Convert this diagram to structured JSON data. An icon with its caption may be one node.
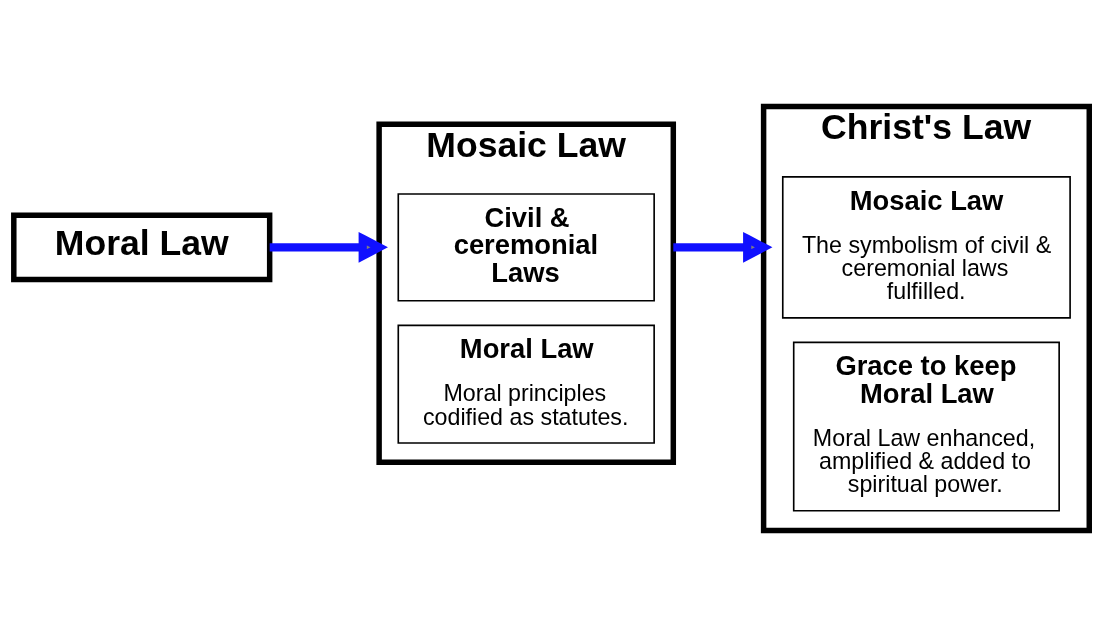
{
  "diagram": {
    "nodes": [
      {
        "text": [
          "Moral Law"
        ]
      },
      {
        "text": [
          "Mosaic Law"
        ]
      },
      {
        "text": [
          "Civil & ceremonial Laws"
        ],
        "in": 1
      },
      {
        "text": [
          "Moral Law",
          "Moral principles codified as statutes."
        ],
        "in": 1
      },
      {
        "text": [
          "Christ's Law"
        ]
      },
      {
        "text": [
          "Mosaic Law",
          "The symbolism of civil & ceremonial laws fulfilled."
        ],
        "in": 4
      },
      {
        "text": [
          "Grace to keep Moral Law",
          "Moral Law enhanced, amplified & added to spiritual power."
        ],
        "in": 4
      }
    ],
    "edges": [
      {
        "from": 0,
        "to": 1,
        "arrow": "to"
      },
      {
        "from": 1,
        "to": 4,
        "arrow": "to"
      }
    ]
  }
}
